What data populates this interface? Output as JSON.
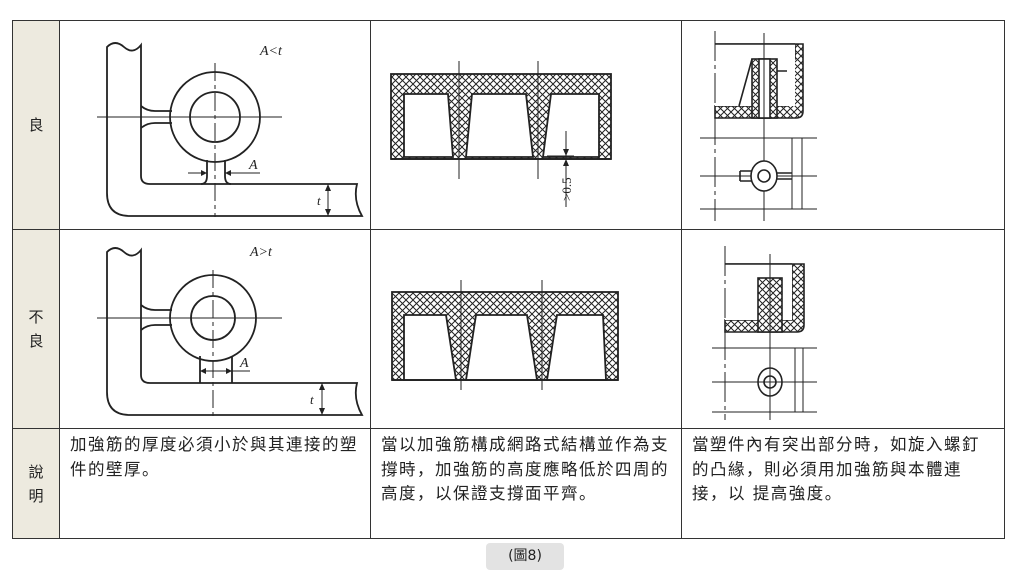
{
  "rows": {
    "good_label": "良",
    "bad_label": "不良",
    "desc_label": "說明"
  },
  "diagrams": {
    "good_1_label": "A<t",
    "bad_1_label": "A>t",
    "dim_a": "A",
    "dim_t": "t",
    "dim_gap": ">0.5"
  },
  "descriptions": [
    "加強筋的厚度必須小於與其連接的塑件的壁厚。",
    "當以加強筋構成網路式結構並作為支撐時，加強筋的高度應略低於四周的高度，以保證支撐面平齊。",
    "當塑件內有突出部分時，如旋入螺釘的凸緣，則必須用加強筋與本體連接，以 提高強度。"
  ],
  "caption": "(圖8)"
}
